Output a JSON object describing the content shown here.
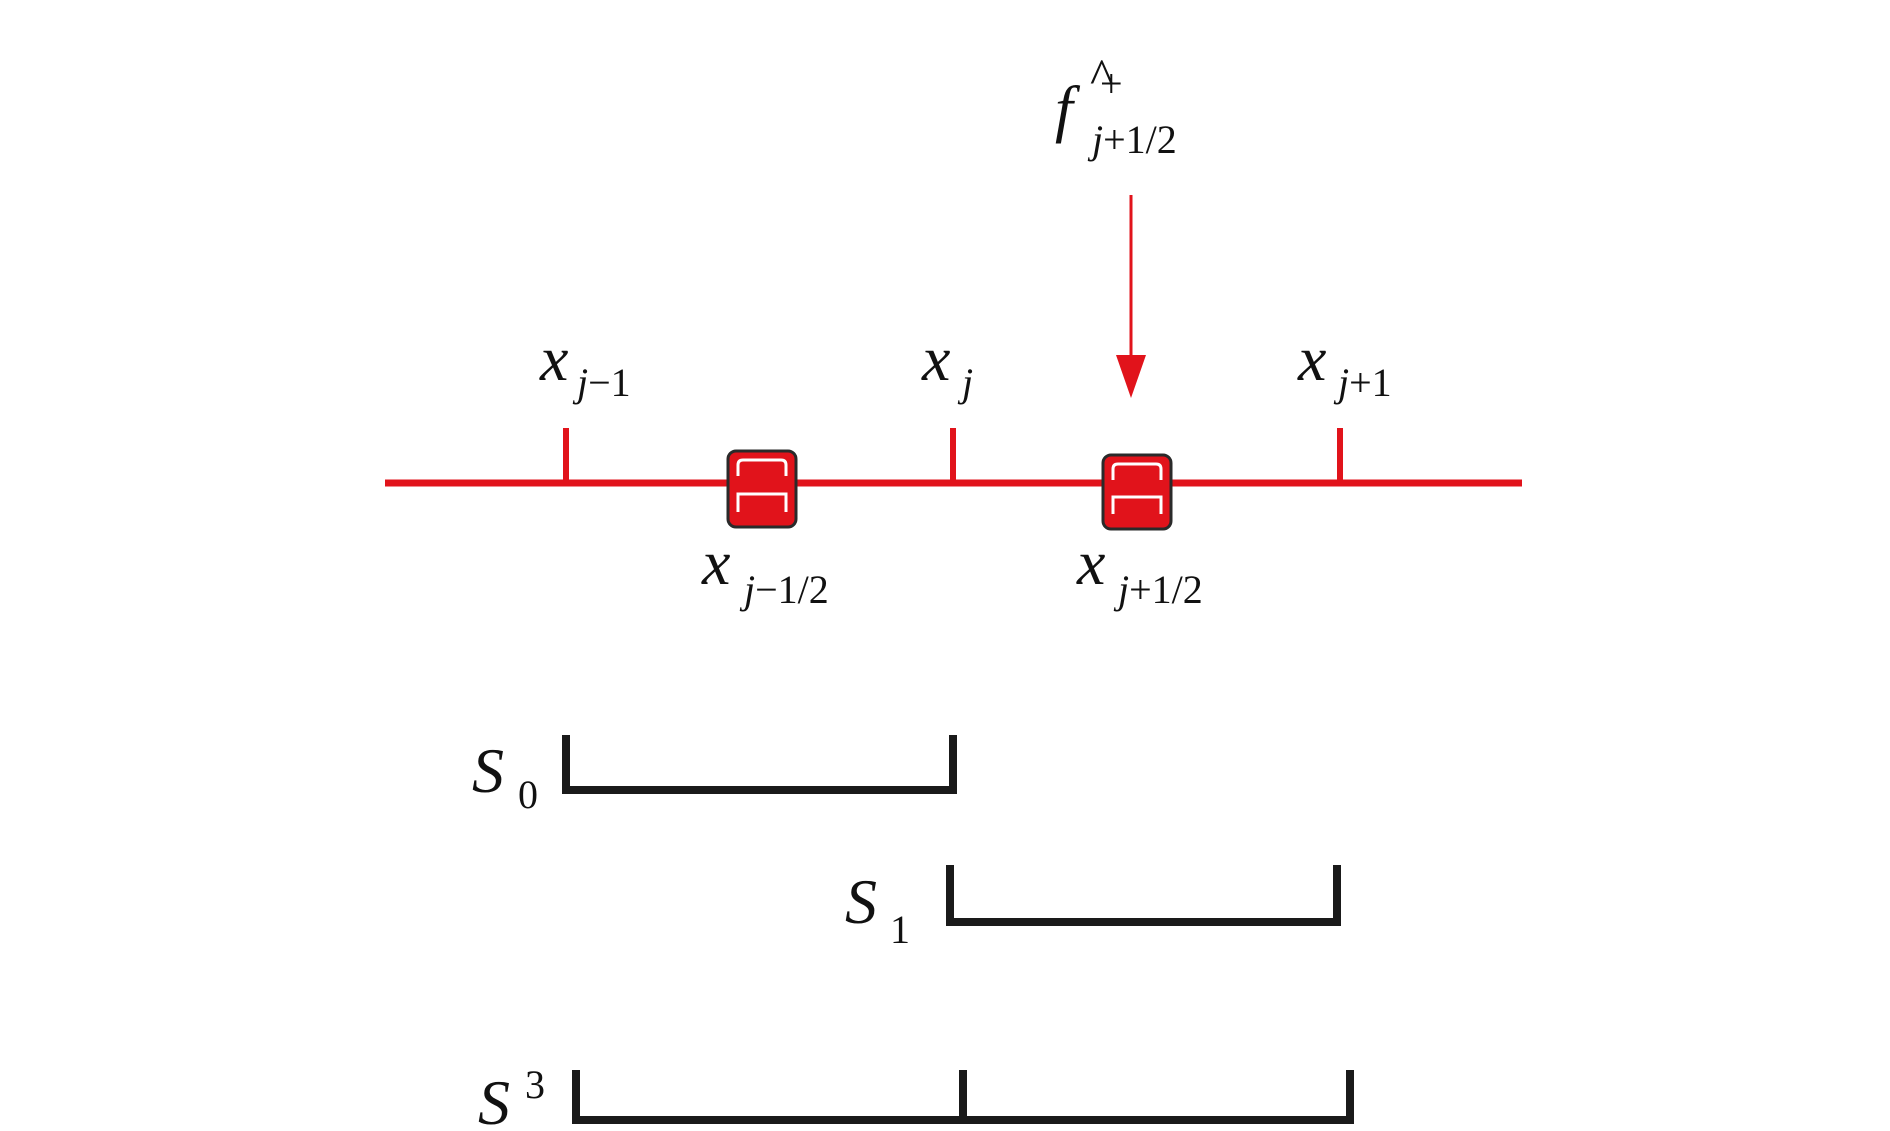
{
  "colors": {
    "axis": "#e1131b",
    "stencil": "#1a1a1a",
    "text": "#111111",
    "marker_fill": "#e1131b",
    "marker_border": "#2a2a2a"
  },
  "flux": {
    "main": "f",
    "hat": "^",
    "sup": "+",
    "sub_j": "j",
    "sub_rest": "+1/2"
  },
  "nodes": [
    {
      "main": "x",
      "sub_j": "j",
      "sub_rest": "−1"
    },
    {
      "main": "x",
      "sub_j": "j",
      "sub_rest": ""
    },
    {
      "main": "x",
      "sub_j": "j",
      "sub_rest": "+1"
    }
  ],
  "half_nodes": [
    {
      "main": "x",
      "sub_j": "j",
      "sub_rest": "−1/2"
    },
    {
      "main": "x",
      "sub_j": "j",
      "sub_rest": "+1/2"
    }
  ],
  "stencils": [
    {
      "main": "S",
      "index": "0",
      "index_pos": "sub"
    },
    {
      "main": "S",
      "index": "1",
      "index_pos": "sub"
    },
    {
      "main": "S",
      "index": "3",
      "index_pos": "sup"
    }
  ]
}
